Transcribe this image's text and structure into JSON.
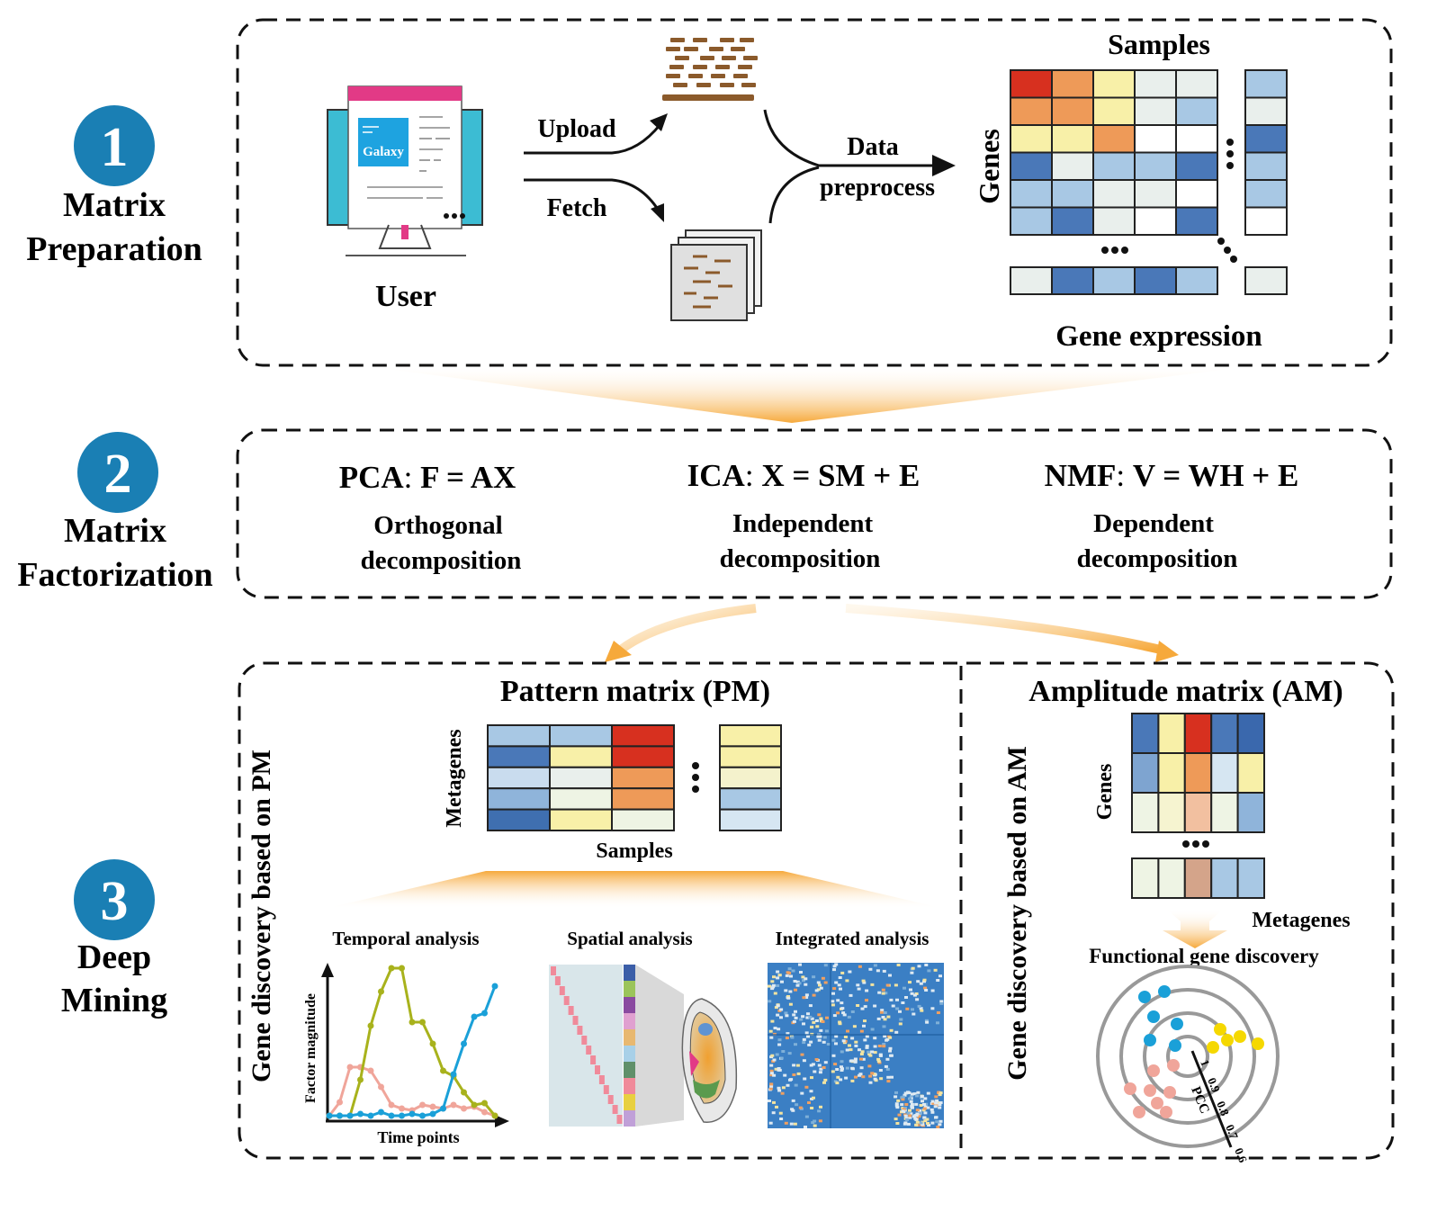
{
  "steps": [
    {
      "number": "1",
      "title_line1": "Matrix",
      "title_line2": "Preparation"
    },
    {
      "number": "2",
      "title_line1": "Matrix",
      "title_line2": "Factorization"
    },
    {
      "number": "3",
      "title_line1": "Deep",
      "title_line2": "Mining"
    }
  ],
  "panel1": {
    "user_label": "User",
    "galaxy_label": "Galaxy",
    "upload_label": "Upload",
    "fetch_label": "Fetch",
    "preprocess_line1": "Data",
    "preprocess_line2": "preprocess",
    "samples_label": "Samples",
    "genes_label": "Genes",
    "gene_expression_label": "Gene expression"
  },
  "panel2": {
    "methods": [
      {
        "name": "PCA",
        "formula": "F = AX",
        "desc_line1": "Orthogonal",
        "desc_line2": "decomposition"
      },
      {
        "name": "ICA",
        "formula": "X = SM + E",
        "desc_line1": "Independent",
        "desc_line2": "decomposition"
      },
      {
        "name": "NMF",
        "formula": "V = WH + E",
        "desc_line1": "Dependent",
        "desc_line2": "decomposition"
      }
    ]
  },
  "panel3": {
    "pm_title": "Pattern matrix (PM)",
    "pm_side_label": "Gene discovery based on PM",
    "metagenes_label": "Metagenes",
    "samples_label": "Samples",
    "temporal_title": "Temporal analysis",
    "spatial_title": "Spatial analysis",
    "integrated_title": "Integrated analysis",
    "factor_axis_label": "Factor  magnitude",
    "time_axis_label": "Time points",
    "am_title": "Amplitude matrix (AM)",
    "am_side_label": "Gene discovery based on AM",
    "am_genes_label": "Genes",
    "am_metagenes_label": "Metagenes",
    "functional_title": "Functional gene discovery",
    "pcc_label": "PCC",
    "pcc_ticks": [
      "1",
      "0.9",
      "0.8",
      "0.7",
      "0.6"
    ]
  },
  "colors": {
    "step_circle": "#1a7fb4",
    "red": "#d7301f",
    "orange": "#ee9a58",
    "yellow": "#f8f0a8",
    "pale": "#e9efec",
    "lightblue": "#a8c8e4",
    "blue": "#4a78b8",
    "white": "#ffffff"
  }
}
